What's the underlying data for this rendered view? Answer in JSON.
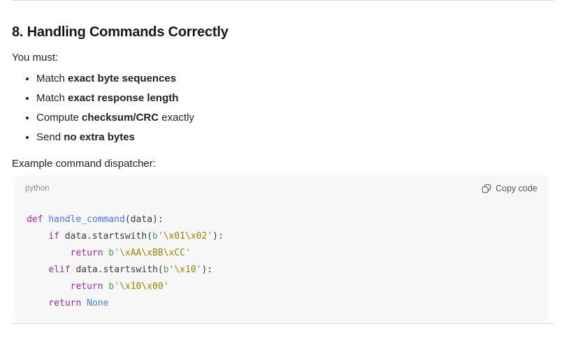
{
  "section": {
    "heading": "8. Handling Commands Correctly",
    "intro": "You must:",
    "list": {
      "items": [
        {
          "prefix": "Match ",
          "bold": "exact byte sequences",
          "suffix": ""
        },
        {
          "prefix": "Match ",
          "bold": "exact response length",
          "suffix": ""
        },
        {
          "prefix": "Compute ",
          "bold": "checksum/CRC",
          "suffix": " exactly"
        },
        {
          "prefix": "Send ",
          "bold": "no extra bytes",
          "suffix": ""
        }
      ]
    },
    "example_label": "Example command dispatcher:"
  },
  "code_block": {
    "language_label": "python",
    "copy_button": {
      "icon": "copy-icon",
      "label": "Copy code"
    },
    "lines": [
      [
        {
          "t": "def",
          "c": "kw"
        },
        {
          "t": " "
        },
        {
          "t": "handle_command",
          "c": "fn"
        },
        {
          "t": "(data):"
        }
      ],
      [
        {
          "t": "    "
        },
        {
          "t": "if",
          "c": "kw"
        },
        {
          "t": " data.startswith("
        },
        {
          "t": "b'",
          "c": "str"
        },
        {
          "t": "\\x01\\x02",
          "c": "esc"
        },
        {
          "t": "'",
          "c": "str"
        },
        {
          "t": "):"
        }
      ],
      [
        {
          "t": "        "
        },
        {
          "t": "return",
          "c": "kw"
        },
        {
          "t": " "
        },
        {
          "t": "b'",
          "c": "str"
        },
        {
          "t": "\\xAA\\xBB\\xCC",
          "c": "esc"
        },
        {
          "t": "'",
          "c": "str"
        }
      ],
      [
        {
          "t": "    "
        },
        {
          "t": "elif",
          "c": "kw"
        },
        {
          "t": " data.startswith("
        },
        {
          "t": "b'",
          "c": "str"
        },
        {
          "t": "\\x10",
          "c": "esc"
        },
        {
          "t": "'",
          "c": "str"
        },
        {
          "t": "):"
        }
      ],
      [
        {
          "t": "        "
        },
        {
          "t": "return",
          "c": "kw"
        },
        {
          "t": " "
        },
        {
          "t": "b'",
          "c": "str"
        },
        {
          "t": "\\x10\\x00",
          "c": "esc"
        },
        {
          "t": "'",
          "c": "str"
        }
      ],
      [
        {
          "t": "    "
        },
        {
          "t": "return",
          "c": "kw"
        },
        {
          "t": " "
        },
        {
          "t": "None",
          "c": "lit"
        }
      ]
    ]
  },
  "colors": {
    "code_background": "#f7f7f8",
    "divider": "#d8d8d8",
    "keyword": "#a626a4",
    "function_name": "#4078f2",
    "string": "#50a14f",
    "escape_sequence": "#9a8400",
    "literal": "#3e81f5",
    "body_text": "#212121",
    "muted_label": "#8b8b8b"
  }
}
